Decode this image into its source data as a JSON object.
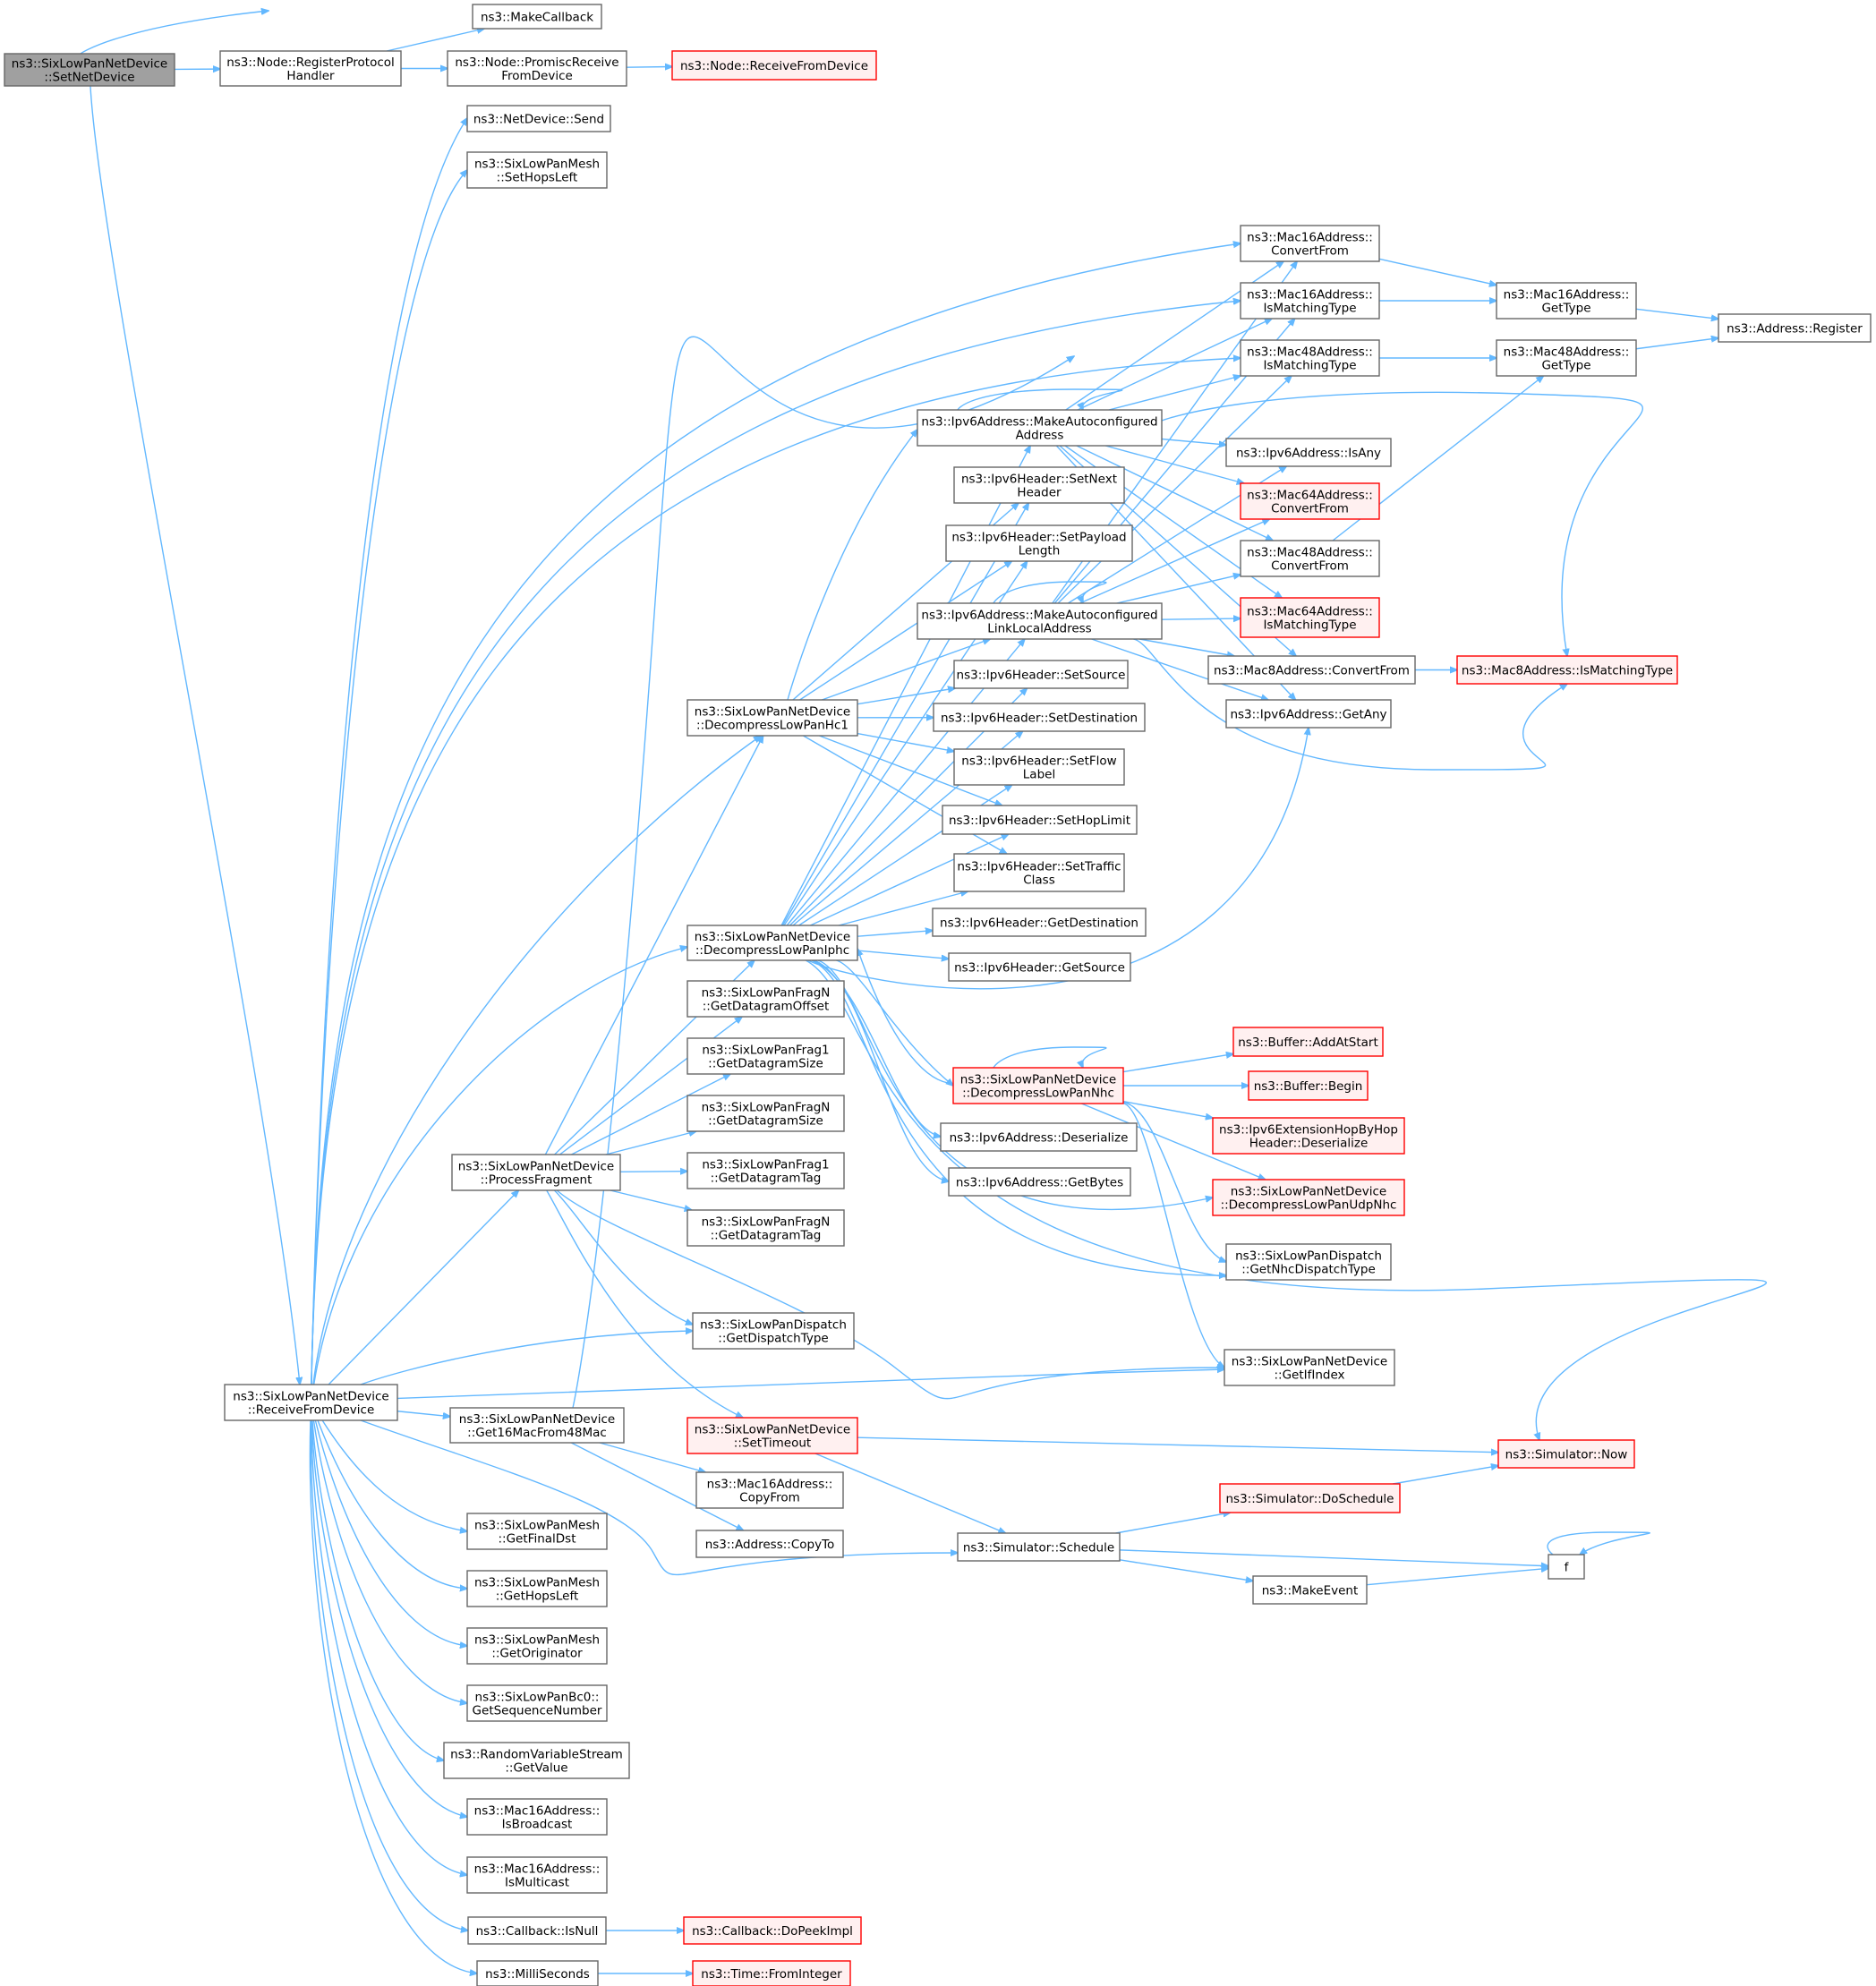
{
  "nodes": [
    {
      "id": "root",
      "lines": [
        "ns3::SixLowPanNetDevice",
        "::SetNetDevice"
      ],
      "style": "root"
    },
    {
      "id": "makecb",
      "lines": [
        "ns3::MakeCallback"
      ],
      "style": "normal"
    },
    {
      "id": "regproto",
      "lines": [
        "ns3::Node::RegisterProtocol",
        "Handler"
      ],
      "style": "normal"
    },
    {
      "id": "promisc",
      "lines": [
        "ns3::Node::PromiscReceive",
        "FromDevice"
      ],
      "style": "normal"
    },
    {
      "id": "nodercv",
      "lines": [
        "ns3::Node::ReceiveFromDevice"
      ],
      "style": "truncated"
    },
    {
      "id": "ndsend",
      "lines": [
        "ns3::NetDevice::Send"
      ],
      "style": "normal"
    },
    {
      "id": "sethops",
      "lines": [
        "ns3::SixLowPanMesh",
        "::SetHopsLeft"
      ],
      "style": "normal"
    },
    {
      "id": "m16conv",
      "lines": [
        "ns3::Mac16Address::",
        "ConvertFrom"
      ],
      "style": "normal"
    },
    {
      "id": "m16match",
      "lines": [
        "ns3::Mac16Address::",
        "IsMatchingType"
      ],
      "style": "normal"
    },
    {
      "id": "m48match",
      "lines": [
        "ns3::Mac48Address::",
        "IsMatchingType"
      ],
      "style": "normal"
    },
    {
      "id": "m16type",
      "lines": [
        "ns3::Mac16Address::",
        "GetType"
      ],
      "style": "normal"
    },
    {
      "id": "m48type",
      "lines": [
        "ns3::Mac48Address::",
        "GetType"
      ],
      "style": "normal"
    },
    {
      "id": "addrreg",
      "lines": [
        "ns3::Address::Register"
      ],
      "style": "normal"
    },
    {
      "id": "autoaddr",
      "lines": [
        "ns3::Ipv6Address::MakeAutoconfigured",
        "Address"
      ],
      "style": "normal"
    },
    {
      "id": "isany",
      "lines": [
        "ns3::Ipv6Address::IsAny"
      ],
      "style": "normal"
    },
    {
      "id": "m64conv",
      "lines": [
        "ns3::Mac64Address::",
        "ConvertFrom"
      ],
      "style": "truncated"
    },
    {
      "id": "m48conv",
      "lines": [
        "ns3::Mac48Address::",
        "ConvertFrom"
      ],
      "style": "normal"
    },
    {
      "id": "m64match",
      "lines": [
        "ns3::Mac64Address::",
        "IsMatchingType"
      ],
      "style": "truncated"
    },
    {
      "id": "m8conv",
      "lines": [
        "ns3::Mac8Address::ConvertFrom"
      ],
      "style": "normal"
    },
    {
      "id": "m8match",
      "lines": [
        "ns3::Mac8Address::IsMatchingType"
      ],
      "style": "truncated"
    },
    {
      "id": "getany",
      "lines": [
        "ns3::Ipv6Address::GetAny"
      ],
      "style": "normal"
    },
    {
      "id": "setnext",
      "lines": [
        "ns3::Ipv6Header::SetNext",
        "Header"
      ],
      "style": "normal"
    },
    {
      "id": "setpayload",
      "lines": [
        "ns3::Ipv6Header::SetPayload",
        "Length"
      ],
      "style": "normal"
    },
    {
      "id": "autolink",
      "lines": [
        "ns3::Ipv6Address::MakeAutoconfigured",
        "LinkLocalAddress"
      ],
      "style": "normal"
    },
    {
      "id": "setsource",
      "lines": [
        "ns3::Ipv6Header::SetSource"
      ],
      "style": "normal"
    },
    {
      "id": "setdest",
      "lines": [
        "ns3::Ipv6Header::SetDestination"
      ],
      "style": "normal"
    },
    {
      "id": "setflow",
      "lines": [
        "ns3::Ipv6Header::SetFlow",
        "Label"
      ],
      "style": "normal"
    },
    {
      "id": "sethoplimit",
      "lines": [
        "ns3::Ipv6Header::SetHopLimit"
      ],
      "style": "normal"
    },
    {
      "id": "settraffic",
      "lines": [
        "ns3::Ipv6Header::SetTraffic",
        "Class"
      ],
      "style": "normal"
    },
    {
      "id": "getdest",
      "lines": [
        "ns3::Ipv6Header::GetDestination"
      ],
      "style": "normal"
    },
    {
      "id": "getsource",
      "lines": [
        "ns3::Ipv6Header::GetSource"
      ],
      "style": "normal"
    },
    {
      "id": "hc1",
      "lines": [
        "ns3::SixLowPanNetDevice",
        "::DecompressLowPanHc1"
      ],
      "style": "normal"
    },
    {
      "id": "iphc",
      "lines": [
        "ns3::SixLowPanNetDevice",
        "::DecompressLowPanIphc"
      ],
      "style": "normal"
    },
    {
      "id": "fragNoff",
      "lines": [
        "ns3::SixLowPanFragN",
        "::GetDatagramOffset"
      ],
      "style": "normal"
    },
    {
      "id": "frag1size",
      "lines": [
        "ns3::SixLowPanFrag1",
        "::GetDatagramSize"
      ],
      "style": "normal"
    },
    {
      "id": "fragNsize",
      "lines": [
        "ns3::SixLowPanFragN",
        "::GetDatagramSize"
      ],
      "style": "normal"
    },
    {
      "id": "frag1tag",
      "lines": [
        "ns3::SixLowPanFrag1",
        "::GetDatagramTag"
      ],
      "style": "normal"
    },
    {
      "id": "fragNtag",
      "lines": [
        "ns3::SixLowPanFragN",
        "::GetDatagramTag"
      ],
      "style": "normal"
    },
    {
      "id": "dispatch",
      "lines": [
        "ns3::SixLowPanDispatch",
        "::GetDispatchType"
      ],
      "style": "normal"
    },
    {
      "id": "procfrag",
      "lines": [
        "ns3::SixLowPanNetDevice",
        "::ProcessFragment"
      ],
      "style": "normal"
    },
    {
      "id": "nhc",
      "lines": [
        "ns3::SixLowPanNetDevice",
        "::DecompressLowPanNhc"
      ],
      "style": "truncated"
    },
    {
      "id": "addatstart",
      "lines": [
        "ns3::Buffer::AddAtStart"
      ],
      "style": "truncated"
    },
    {
      "id": "bufbegin",
      "lines": [
        "ns3::Buffer::Begin"
      ],
      "style": "truncated"
    },
    {
      "id": "hopbyhop",
      "lines": [
        "ns3::Ipv6ExtensionHopByHop",
        "Header::Deserialize"
      ],
      "style": "truncated"
    },
    {
      "id": "udpnhc",
      "lines": [
        "ns3::SixLowPanNetDevice",
        "::DecompressLowPanUdpNhc"
      ],
      "style": "truncated"
    },
    {
      "id": "nhcdispatch",
      "lines": [
        "ns3::SixLowPanDispatch",
        "::GetNhcDispatchType"
      ],
      "style": "normal"
    },
    {
      "id": "deser",
      "lines": [
        "ns3::Ipv6Address::Deserialize"
      ],
      "style": "normal"
    },
    {
      "id": "getbytes",
      "lines": [
        "ns3::Ipv6Address::GetBytes"
      ],
      "style": "normal"
    },
    {
      "id": "getifindex",
      "lines": [
        "ns3::SixLowPanNetDevice",
        "::GetIfIndex"
      ],
      "style": "normal"
    },
    {
      "id": "rcv",
      "lines": [
        "ns3::SixLowPanNetDevice",
        "::ReceiveFromDevice"
      ],
      "style": "normal"
    },
    {
      "id": "get16",
      "lines": [
        "ns3::SixLowPanNetDevice",
        "::Get16MacFrom48Mac"
      ],
      "style": "normal"
    },
    {
      "id": "settimeout",
      "lines": [
        "ns3::SixLowPanNetDevice",
        "::SetTimeout"
      ],
      "style": "truncated"
    },
    {
      "id": "simnow",
      "lines": [
        "ns3::Simulator::Now"
      ],
      "style": "truncated"
    },
    {
      "id": "copyfrom",
      "lines": [
        "ns3::Mac16Address::",
        "CopyFrom"
      ],
      "style": "normal"
    },
    {
      "id": "copyto",
      "lines": [
        "ns3::Address::CopyTo"
      ],
      "style": "normal"
    },
    {
      "id": "schedule",
      "lines": [
        "ns3::Simulator::Schedule"
      ],
      "style": "normal"
    },
    {
      "id": "dosched",
      "lines": [
        "ns3::Simulator::DoSchedule"
      ],
      "style": "truncated"
    },
    {
      "id": "makeevent",
      "lines": [
        "ns3::MakeEvent"
      ],
      "style": "normal"
    },
    {
      "id": "f",
      "lines": [
        "f"
      ],
      "style": "normal"
    },
    {
      "id": "finaldst",
      "lines": [
        "ns3::SixLowPanMesh",
        "::GetFinalDst"
      ],
      "style": "normal"
    },
    {
      "id": "gethops",
      "lines": [
        "ns3::SixLowPanMesh",
        "::GetHopsLeft"
      ],
      "style": "normal"
    },
    {
      "id": "origin",
      "lines": [
        "ns3::SixLowPanMesh",
        "::GetOriginator"
      ],
      "style": "normal"
    },
    {
      "id": "seqnum",
      "lines": [
        "ns3::SixLowPanBc0::",
        "GetSequenceNumber"
      ],
      "style": "normal"
    },
    {
      "id": "rvs",
      "lines": [
        "ns3::RandomVariableStream",
        "::GetValue"
      ],
      "style": "normal"
    },
    {
      "id": "isbcast",
      "lines": [
        "ns3::Mac16Address::",
        "IsBroadcast"
      ],
      "style": "normal"
    },
    {
      "id": "ismcast",
      "lines": [
        "ns3::Mac16Address::",
        "IsMulticast"
      ],
      "style": "normal"
    },
    {
      "id": "isnull",
      "lines": [
        "ns3::Callback::IsNull"
      ],
      "style": "normal"
    },
    {
      "id": "dopeek",
      "lines": [
        "ns3::Callback::DoPeekImpl"
      ],
      "style": "truncated"
    },
    {
      "id": "millis",
      "lines": [
        "ns3::MilliSeconds"
      ],
      "style": "normal"
    },
    {
      "id": "fromint",
      "lines": [
        "ns3::Time::FromInteger"
      ],
      "style": "truncated"
    }
  ]
}
